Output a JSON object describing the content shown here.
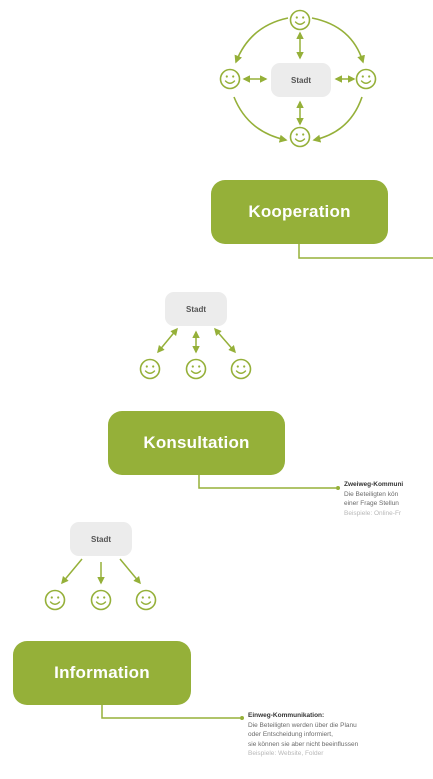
{
  "accent_color": "#95b039",
  "levels": [
    {
      "label": "Kooperation",
      "center": "Stadt",
      "description": null
    },
    {
      "label": "Konsultation",
      "center": "Stadt",
      "description": {
        "title": "Zweiweg-Kommuni",
        "lines": [
          "Die Beteiligten kön",
          "einer Frage Stellun"
        ],
        "example": "Beispiele: Online-Fr"
      }
    },
    {
      "label": "Information",
      "center": "Stadt",
      "description": {
        "title": "Einweg-Kommunikation:",
        "lines": [
          "Die Beteiligten werden über die Planu",
          "oder Entscheidung informiert,",
          "sie können sie aber nicht beeinflussen"
        ],
        "example": "Beispiele: Website, Folder"
      }
    }
  ],
  "icons": {
    "participant": "smiley-icon",
    "arrow": "arrow-icon"
  }
}
